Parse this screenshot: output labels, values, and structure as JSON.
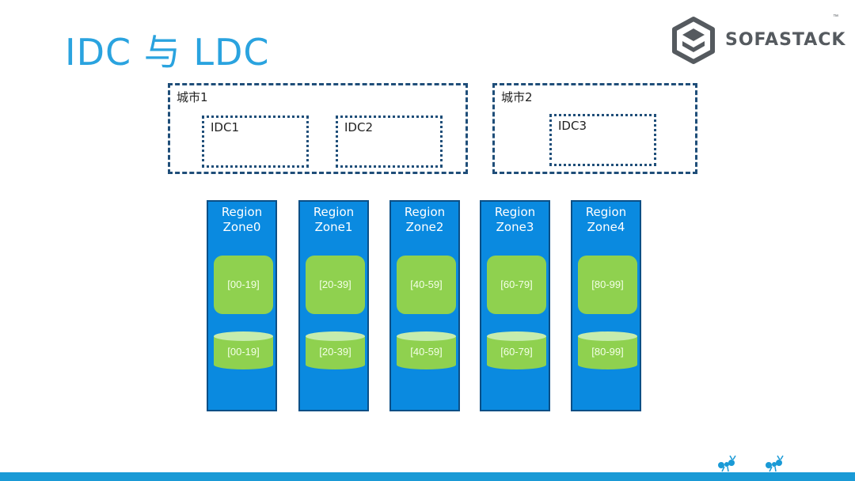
{
  "slide": {
    "title": "IDC 与 LDC"
  },
  "logo": {
    "text": "SOFASTACK",
    "tm": "™"
  },
  "cities": [
    {
      "label": "城市1",
      "idcs": [
        "IDC1",
        "IDC2"
      ]
    },
    {
      "label": "城市2",
      "idcs": [
        "IDC3"
      ]
    }
  ],
  "zones": [
    {
      "line1": "Region",
      "line2": "Zone0",
      "shard": "[00-19]",
      "db": "[00-19]"
    },
    {
      "line1": "Region",
      "line2": "Zone1",
      "shard": "[20-39]",
      "db": "[20-39]"
    },
    {
      "line1": "Region",
      "line2": "Zone2",
      "shard": "[40-59]",
      "db": "[40-59]"
    },
    {
      "line1": "Region",
      "line2": "Zone3",
      "shard": "[60-79]",
      "db": "[60-79]"
    },
    {
      "line1": "Region",
      "line2": "Zone4",
      "shard": "[80-99]",
      "db": "[80-99]"
    }
  ],
  "colors": {
    "title": "#2aa3df",
    "zone_fill": "#0a8ae0",
    "shard_fill": "#8fd14f",
    "border_dark": "#1f4e79",
    "bar": "#1a9ad6"
  },
  "icons": [
    "sofastack-logo-icon",
    "ant-icon",
    "ant-icon"
  ]
}
